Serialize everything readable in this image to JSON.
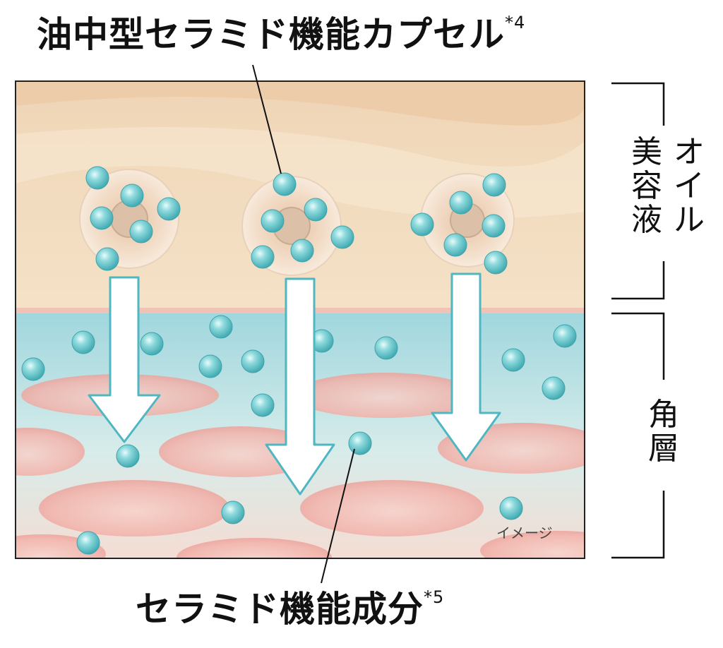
{
  "capsule_label": {
    "text": "油中型セラミド機能カプセル",
    "note": "*4"
  },
  "component_label": {
    "text": "セラミド機能成分",
    "note": "*5"
  },
  "layers": {
    "oil_serum": {
      "line1": "オイル",
      "line2": "美容液"
    },
    "stratum_corneum": {
      "text": "角層"
    }
  },
  "image_note": "イメージ",
  "colors": {
    "oil_layer": "#f3dcc0",
    "water_layer": "#a8dbe0",
    "cell": "#f5b7b0",
    "droplet": "#5cc2c9",
    "arrow_fill": "#ffffff",
    "arrow_stroke": "#4fb7c2"
  }
}
